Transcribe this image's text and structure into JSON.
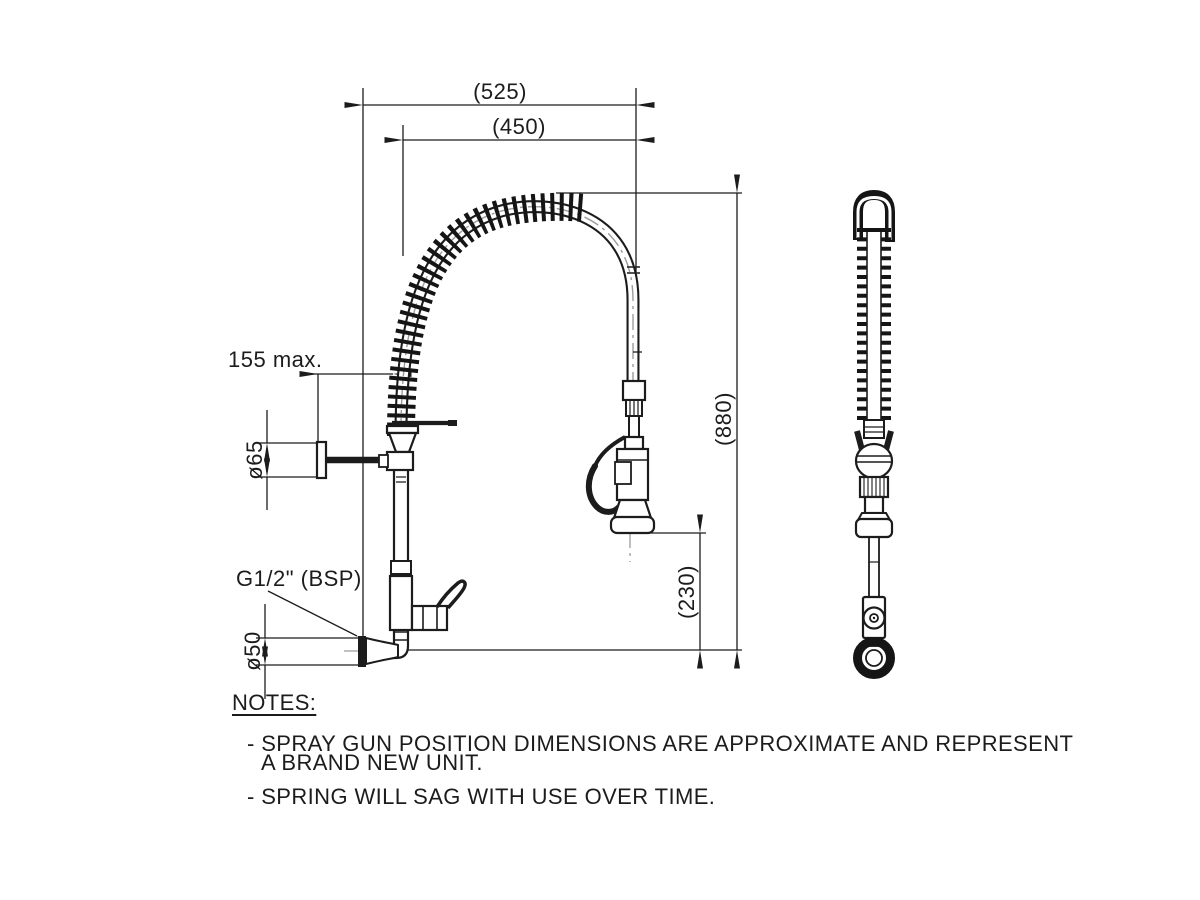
{
  "drawing": {
    "dimensions": {
      "overall_width": "(525)",
      "inner_width": "(450)",
      "overall_height": "(880)",
      "gun_clearance_height": "(230)",
      "wall_offset": "155 max.",
      "bracket_plate_diameter": "ø65",
      "inlet_flange_diameter": "ø50",
      "inlet_thread": "G1/2\" (BSP)"
    },
    "notes": {
      "title": "NOTES:",
      "items": [
        {
          "line1": "- SPRAY GUN POSITION DIMENSIONS ARE APPROXIMATE AND REPRESENT",
          "line2": "A BRAND NEW UNIT."
        },
        {
          "line1": "- SPRING WILL SAG WITH USE OVER TIME.",
          "line2": ""
        }
      ]
    },
    "colors": {
      "line": "#1c1c1c",
      "centerline": "#9c9c9c",
      "background": "#ffffff"
    }
  }
}
